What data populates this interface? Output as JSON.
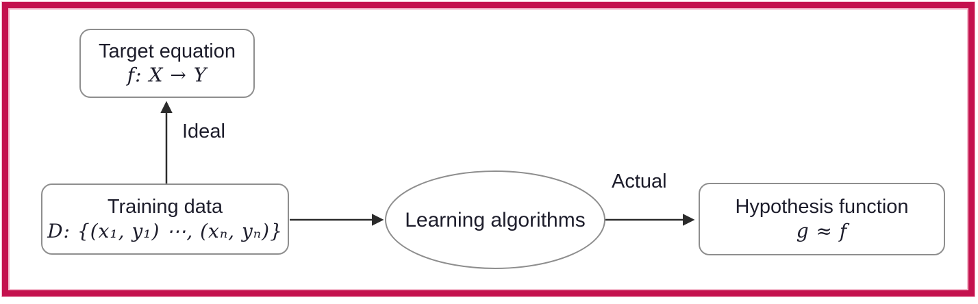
{
  "nodes": {
    "target": {
      "title": "Target equation",
      "formula": "f: X → Y"
    },
    "training": {
      "title": "Training data",
      "formula": "D: {(x₁, y₁) ⋯, (xₙ, yₙ)}"
    },
    "learning": {
      "label": "Learning algorithms"
    },
    "hypothesis": {
      "title": "Hypothesis function",
      "formula": "g ≈ f"
    }
  },
  "edge_labels": {
    "ideal": "Ideal",
    "actual": "Actual"
  },
  "colors": {
    "frame_border": "#c4124e",
    "node_border": "#8e8e8e",
    "arrow": "#2b2b2b",
    "text": "#1d1d2b"
  }
}
